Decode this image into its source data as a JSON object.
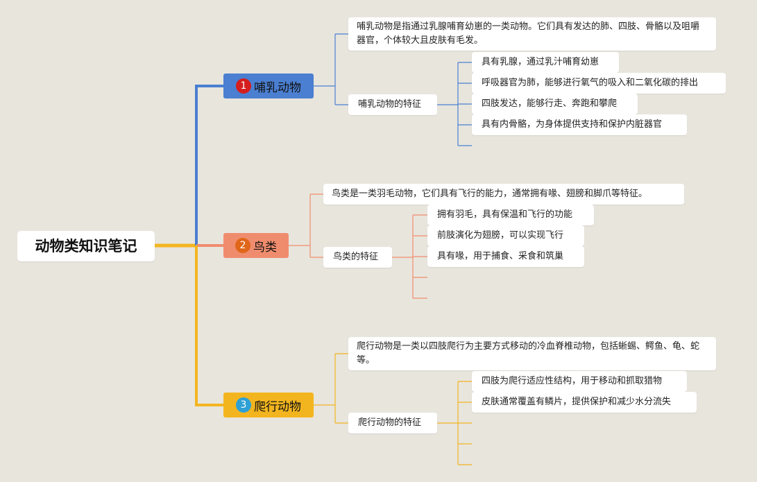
{
  "root": {
    "title": "动物类知识笔记"
  },
  "colors": {
    "background": "#e8e5dd",
    "mammal": "#4a7fd1",
    "bird": "#f08c6e",
    "reptile": "#f3b51f",
    "mammal_num": "#d51e1e",
    "bird_num": "#e0661a",
    "reptile_num": "#2ea0d6"
  },
  "branches": [
    {
      "num": "1",
      "title": "哺乳动物",
      "description": "哺乳动物是指通过乳腺哺育幼崽的一类动物。它们具有发达的肺、四肢、骨骼以及咀嚼器官，个体较大且皮肤有毛发。",
      "feature_label": "哺乳动物的特征",
      "features": [
        "具有乳腺，通过乳汁哺育幼崽",
        "呼吸器官为肺，能够进行氧气的吸入和二氧化碳的排出",
        "四肢发达，能够行走、奔跑和攀爬",
        "具有内骨骼，为身体提供支持和保护内脏器官"
      ]
    },
    {
      "num": "2",
      "title": "鸟类",
      "description": "鸟类是一类羽毛动物，它们具有飞行的能力，通常拥有喙、翅膀和脚爪等特征。",
      "feature_label": "鸟类的特征",
      "features": [
        "拥有羽毛，具有保温和飞行的功能",
        "前肢演化为翅膀，可以实现飞行",
        "具有喙，用于捕食、采食和筑巢"
      ]
    },
    {
      "num": "3",
      "title": "爬行动物",
      "description": "爬行动物是一类以四肢爬行为主要方式移动的冷血脊椎动物，包括蜥蜴、鳄鱼、龟、蛇等。",
      "feature_label": "爬行动物的特征",
      "features": [
        "四肢为爬行适应性结构，用于移动和抓取猎物",
        "皮肤通常覆盖有鳞片，提供保护和减少水分流失"
      ]
    }
  ]
}
